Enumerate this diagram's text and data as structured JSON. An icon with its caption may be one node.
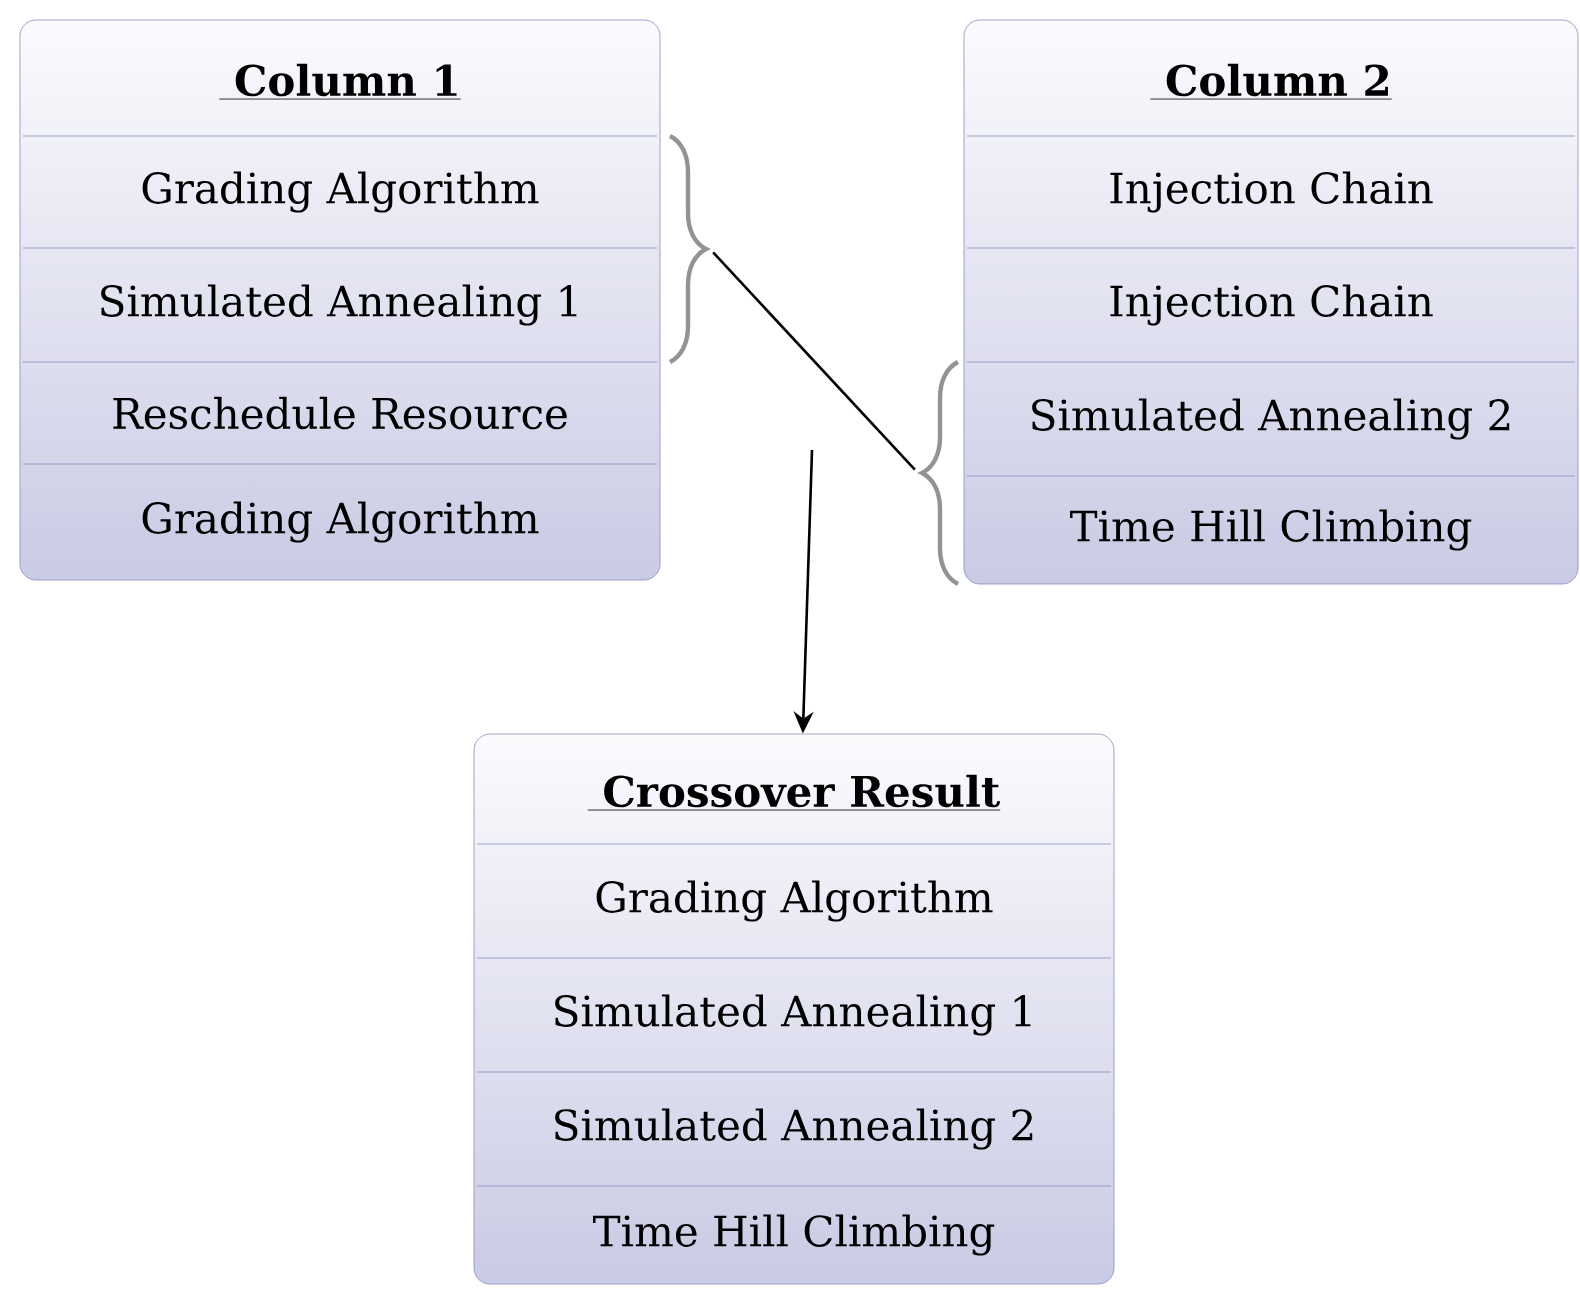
{
  "diagram": {
    "nodes": [
      {
        "text": [
          "Column 1"
        ]
      },
      {
        "text": [
          "Grading Algorithm"
        ],
        "in": 0
      },
      {
        "text": [
          "Simulated Annealing 1"
        ],
        "in": 0
      },
      {
        "text": [
          "Reschedule Resource"
        ],
        "in": 0
      },
      {
        "text": [
          "Grading Algorithm"
        ],
        "in": 0
      },
      {
        "text": [
          "Column 2"
        ]
      },
      {
        "text": [
          "Injection Chain"
        ],
        "in": 5
      },
      {
        "text": [
          "Injection Chain"
        ],
        "in": 5
      },
      {
        "text": [
          "Simulated Annealing 2"
        ],
        "in": 5
      },
      {
        "text": [
          "Time Hill Climbing"
        ],
        "in": 5
      },
      {
        "text": [
          "Crossover Result"
        ]
      },
      {
        "text": [
          "Grading Algorithm"
        ],
        "in": 10
      },
      {
        "text": [
          "Simulated Annealing 1"
        ],
        "in": 10
      },
      {
        "text": [
          "Simulated Annealing 2"
        ],
        "in": 10
      },
      {
        "text": [
          "Time Hill Climbing"
        ],
        "in": 10
      },
      {
        "text": [],
        "shape": "brace"
      },
      {
        "text": [],
        "shape": "brace"
      }
    ],
    "edges": [
      {
        "from": 15,
        "to": 16,
        "arrow": "none"
      },
      {
        "from": null,
        "to": 10,
        "arrow": "to"
      }
    ]
  }
}
